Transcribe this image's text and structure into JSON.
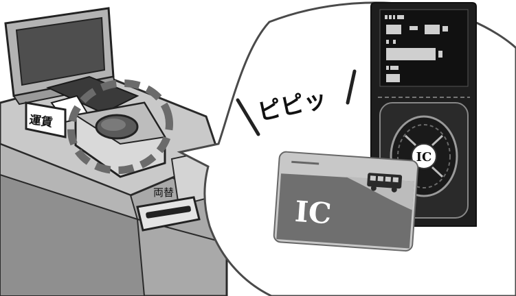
{
  "machine": {
    "fare_label": "運賃",
    "exchange_label": "両替"
  },
  "sound_effect": "ピピッ",
  "reader": {
    "card_logo": "IC"
  },
  "ic_card": {
    "logo": "IC"
  }
}
